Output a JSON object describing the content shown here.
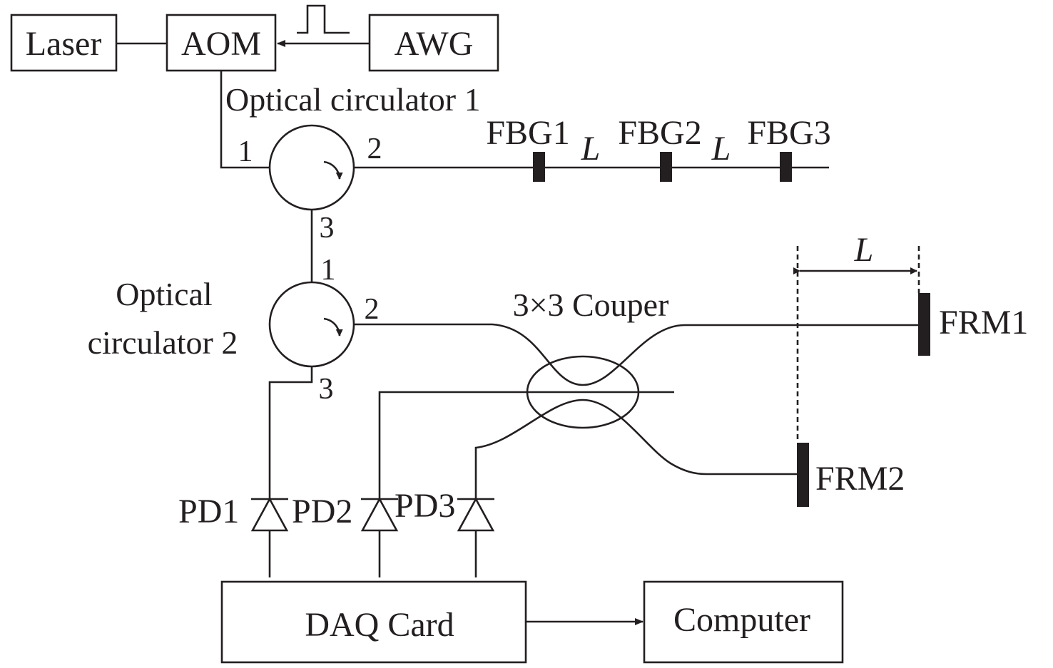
{
  "blocks": {
    "laser": "Laser",
    "aom": "AOM",
    "awg": "AWG",
    "daq": "DAQ Card",
    "computer": "Computer"
  },
  "circulator1": {
    "label": "Optical circulator 1",
    "port1": "1",
    "port2": "2",
    "port3": "3"
  },
  "circulator2": {
    "label_line1": "Optical",
    "label_line2": "circulator 2",
    "port1": "1",
    "port2": "2",
    "port3": "3"
  },
  "fbg": {
    "fbg1": "FBG1",
    "fbg2": "FBG2",
    "fbg3": "FBG3",
    "spacing1": "L",
    "spacing2": "L"
  },
  "coupler": {
    "label": "3×3 Couper"
  },
  "mirrors": {
    "frm1": "FRM1",
    "frm2": "FRM2",
    "offset": "L"
  },
  "detectors": {
    "pd1": "PD1",
    "pd2": "PD2",
    "pd3": "PD3"
  },
  "colors": {
    "ink": "#231f20",
    "background": "#ffffff"
  }
}
